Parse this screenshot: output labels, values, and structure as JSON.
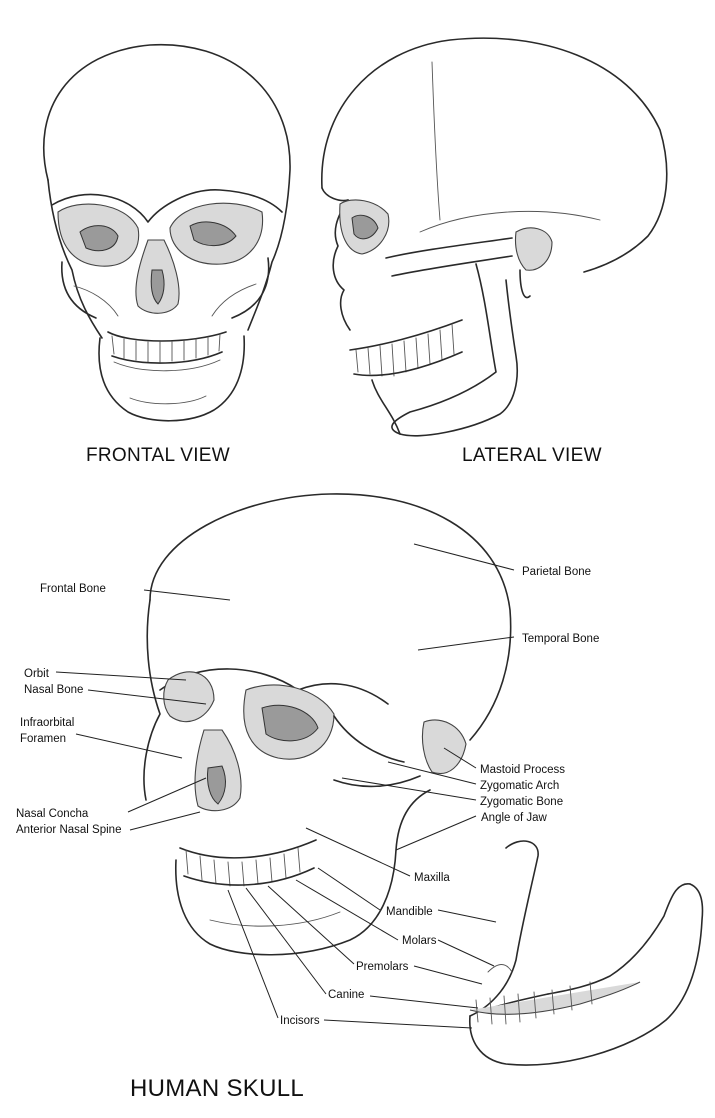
{
  "views": {
    "frontal": "FRONTAL VIEW",
    "lateral": "LATERAL VIEW"
  },
  "title": "HUMAN SKULL",
  "labels": {
    "frontal_bone": "Frontal Bone",
    "parietal_bone": "Parietal Bone",
    "temporal_bone": "Temporal Bone",
    "orbit": "Orbit",
    "nasal_bone": "Nasal Bone",
    "infraorbital_line1": "Infraorbital",
    "infraorbital_line2": "Foramen",
    "mastoid_process": "Mastoid Process",
    "zygomatic_arch": "Zygomatic Arch",
    "zygomatic_bone": "Zygomatic Bone",
    "nasal_concha": "Nasal Concha",
    "anterior_nasal_spine": "Anterior Nasal Spine",
    "angle_of_jaw": "Angle of Jaw",
    "maxilla": "Maxilla",
    "mandible": "Mandible",
    "molars": "Molars",
    "premolars": "Premolars",
    "canine": "Canine",
    "incisors": "Incisors"
  }
}
